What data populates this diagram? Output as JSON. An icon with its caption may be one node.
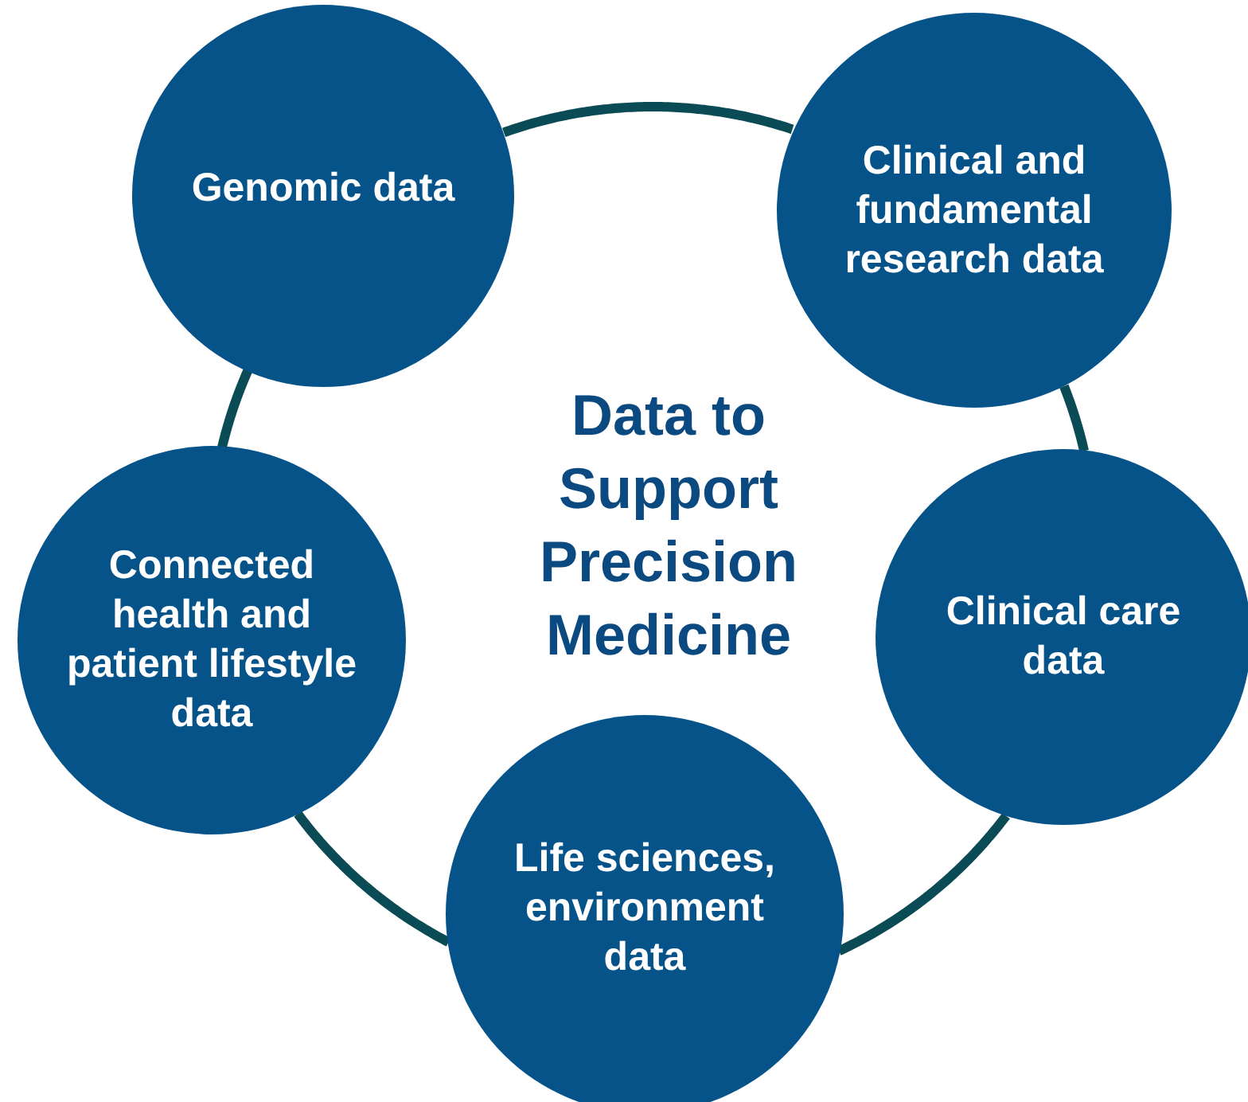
{
  "diagram": {
    "title": "Data to Support Precision Medicine",
    "nodes": [
      {
        "text": [
          "Genomic data"
        ]
      },
      {
        "text": [
          "Clinical and fundamental research data"
        ]
      },
      {
        "text": [
          "Connected health and patient lifestyle data"
        ]
      },
      {
        "text": [
          "Clinical care data"
        ]
      },
      {
        "text": [
          "Life sciences, environment data"
        ]
      }
    ],
    "edges": [
      {
        "from": 0,
        "to": 1,
        "arrow": "none"
      },
      {
        "from": 1,
        "to": 3,
        "arrow": "none"
      },
      {
        "from": 3,
        "to": 4,
        "arrow": "none"
      },
      {
        "from": 4,
        "to": 2,
        "arrow": "none"
      },
      {
        "from": 2,
        "to": 0,
        "arrow": "none"
      }
    ]
  }
}
